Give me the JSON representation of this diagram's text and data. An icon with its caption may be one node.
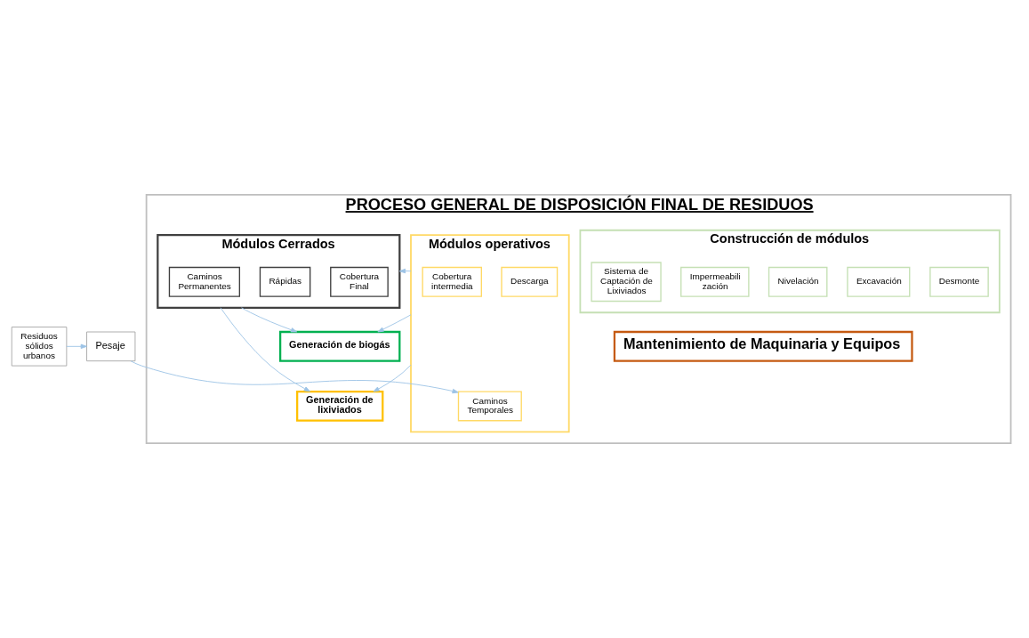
{
  "diagram": {
    "nodes": [
      {
        "text": [
          "Residuos sólidos urbanos"
        ]
      },
      {
        "text": [
          "Pesaje"
        ]
      },
      {
        "text": [
          "PROCESO GENERAL DE DISPOSICIÓN FINAL DE RESIDUOS"
        ]
      },
      {
        "text": [
          "Construcción de módulos"
        ],
        "in": 2
      },
      {
        "text": [
          "Desmonte"
        ],
        "in": 3
      },
      {
        "text": [
          "Excavación"
        ],
        "in": 3
      },
      {
        "text": [
          "Nivelación"
        ],
        "in": 3
      },
      {
        "text": [
          "Impermeabili zación"
        ],
        "in": 3
      },
      {
        "text": [
          "Sistema de Captación de Lixiviados"
        ],
        "in": 3
      },
      {
        "text": [
          "Mantenimiento de Maquinaria y Equipos"
        ],
        "in": 2
      },
      {
        "text": [
          "Módulos operativos"
        ],
        "in": 2
      },
      {
        "text": [
          "Caminos Temporales"
        ],
        "in": 10
      },
      {
        "text": [
          "Descarga"
        ],
        "in": 10
      },
      {
        "text": [
          "Cobertura intermedia"
        ],
        "in": 10
      },
      {
        "text": [
          "Módulos Cerrados"
        ],
        "in": 2
      },
      {
        "text": [
          "Cobertura Final"
        ],
        "in": 14
      },
      {
        "text": [
          "Rápidas"
        ],
        "in": 14
      },
      {
        "text": [
          "Caminos Permanentes"
        ],
        "in": 14
      },
      {
        "text": [
          "Generación de biogás"
        ],
        "in": 2
      },
      {
        "text": [
          "Generación de lixiviados"
        ],
        "in": 2
      }
    ],
    "edges": [
      {
        "from": 0,
        "to": 1,
        "arrow": "to"
      },
      {
        "from": 1,
        "to": 11,
        "arrow": "to"
      },
      {
        "from": 10,
        "to": 14,
        "arrow": "to"
      },
      {
        "from": 10,
        "to": 18,
        "arrow": "to"
      },
      {
        "from": 10,
        "to": 19,
        "arrow": "to"
      },
      {
        "from": 14,
        "to": 18,
        "arrow": "to"
      },
      {
        "from": 14,
        "to": 19,
        "arrow": "to"
      }
    ]
  }
}
